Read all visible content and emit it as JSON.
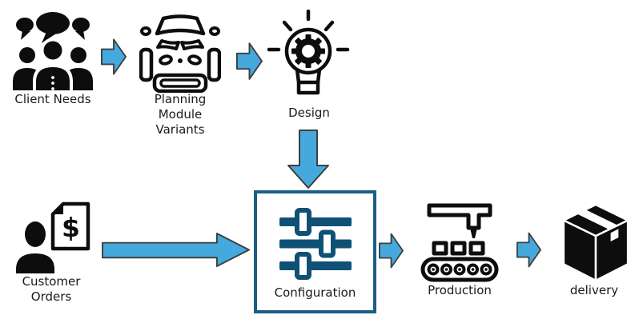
{
  "diagram": {
    "nodes": {
      "client_needs": {
        "label": "Client Needs",
        "icon": "people-discussion-icon"
      },
      "planning": {
        "label": "Planning Module Variants",
        "icon": "car-front-icon"
      },
      "design": {
        "label": "Design",
        "icon": "lightbulb-gear-icon"
      },
      "configuration": {
        "label": "Configuration",
        "icon": "sliders-icon"
      },
      "customer_orders": {
        "label": "Customer Orders",
        "icon": "person-invoice-icon"
      },
      "production": {
        "label": "Production",
        "icon": "assembly-line-icon"
      },
      "delivery": {
        "label": "delivery",
        "icon": "package-box-icon"
      }
    },
    "invoice_currency_symbol": "$",
    "colors": {
      "arrow_fill": "#45a9dd",
      "arrow_stroke": "#3f3f3f",
      "teal_border": "#1a5f85",
      "teal_sliders": "#0f5174",
      "icon_black": "#0d0d0d",
      "background": "#ffffff"
    }
  }
}
